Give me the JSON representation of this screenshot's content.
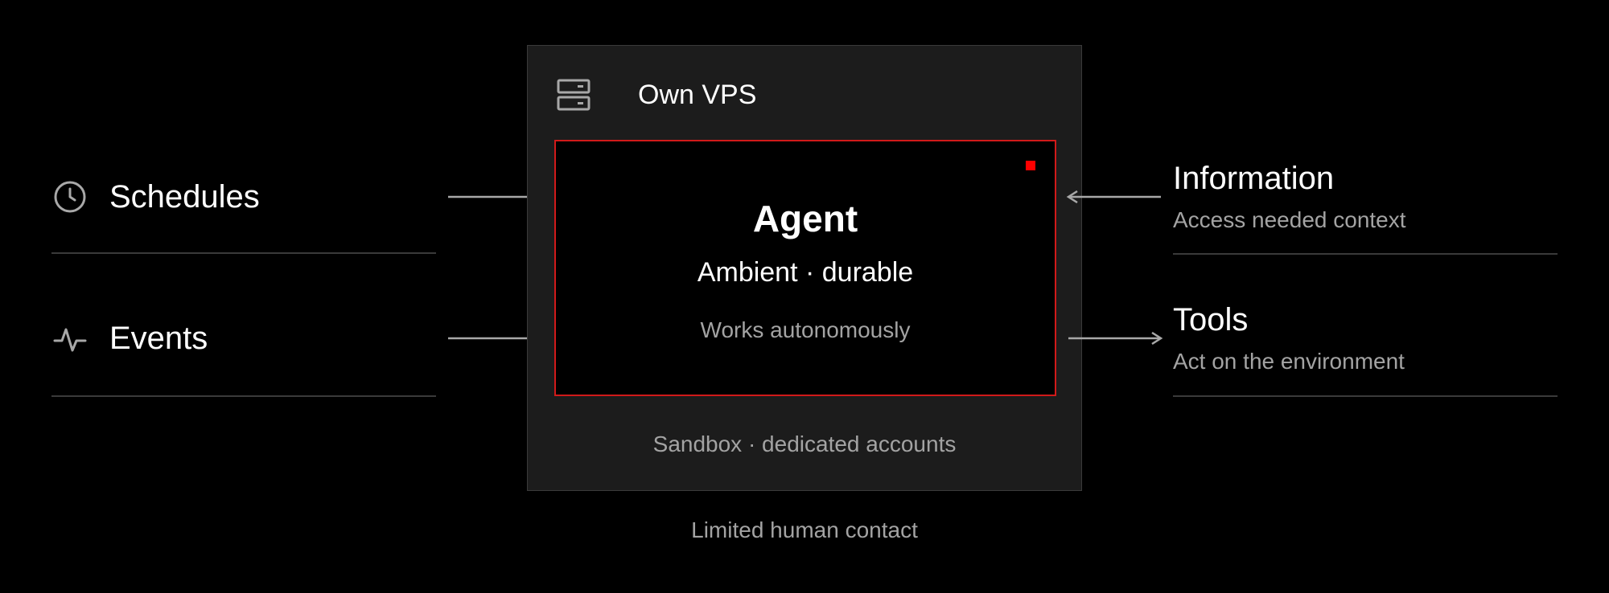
{
  "inputs": {
    "schedules": {
      "label": "Schedules",
      "icon": "clock-icon"
    },
    "events": {
      "label": "Events",
      "icon": "activity-icon"
    }
  },
  "vps": {
    "title": "Own VPS",
    "icon": "server-icon",
    "footer": "Sandbox · dedicated accounts",
    "agent": {
      "title": "Agent",
      "subtitle": "Ambient · durable",
      "description": "Works autonomously"
    }
  },
  "below_label": "Limited human contact",
  "outputs": {
    "information": {
      "title": "Information",
      "description": "Access needed context"
    },
    "tools": {
      "title": "Tools",
      "description": "Act on the environment"
    }
  },
  "colors": {
    "background": "#000000",
    "container": "#1c1c1c",
    "agent_border": "#d11a1a",
    "indicator": "#ff0000",
    "muted_text": "#a3a3a3",
    "divider": "#3a3a3a",
    "arrow": "#a8a8a8"
  }
}
